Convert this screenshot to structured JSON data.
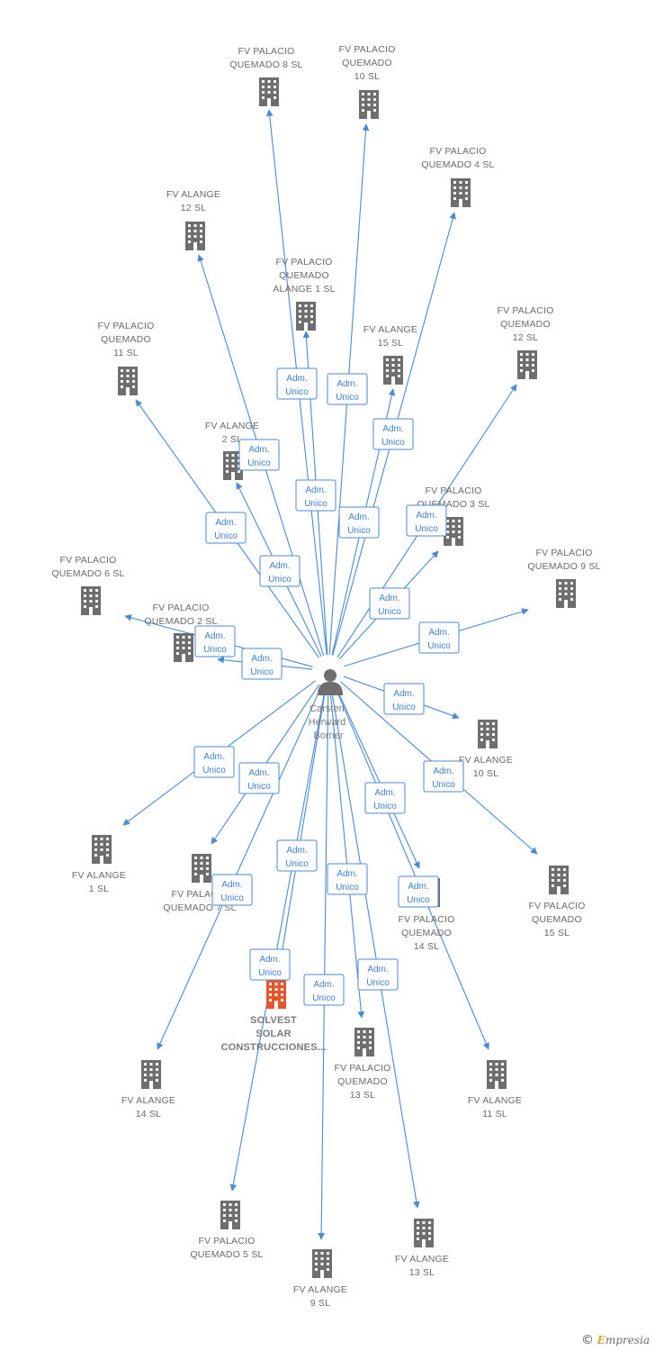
{
  "colors": {
    "edge": "#4a8ad8",
    "building": "#6e6e6e",
    "main_building": "#e8542c",
    "person": "#6e6e6e"
  },
  "center": {
    "name_lines": [
      "Carsten",
      "Herward",
      "Borner"
    ],
    "icon": "person-icon"
  },
  "nodes": [
    {
      "id": "fv-palacio-quemado-8",
      "label_lines": [
        "FV PALACIO",
        "QUEMADO 8 SL"
      ],
      "icon": "building-icon"
    },
    {
      "id": "fv-palacio-quemado-10",
      "label_lines": [
        "FV PALACIO",
        "QUEMADO",
        "10 SL"
      ],
      "icon": "building-icon"
    },
    {
      "id": "fv-palacio-quemado-4",
      "label_lines": [
        "FV PALACIO",
        "QUEMADO 4 SL"
      ],
      "icon": "building-icon"
    },
    {
      "id": "fv-alange-12",
      "label_lines": [
        "FV ALANGE",
        "12 SL"
      ],
      "icon": "building-icon"
    },
    {
      "id": "fv-palacio-quemado-alange-1",
      "label_lines": [
        "FV PALACIO",
        "QUEMADO",
        "ALANGE 1 SL"
      ],
      "icon": "building-icon"
    },
    {
      "id": "fv-palacio-quemado-12",
      "label_lines": [
        "FV PALACIO",
        "QUEMADO",
        "12 SL"
      ],
      "icon": "building-icon"
    },
    {
      "id": "fv-palacio-quemado-11",
      "label_lines": [
        "FV PALACIO",
        "QUEMADO",
        "11 SL"
      ],
      "icon": "building-icon"
    },
    {
      "id": "fv-alange-15",
      "label_lines": [
        "FV ALANGE",
        "15 SL"
      ],
      "icon": "building-icon"
    },
    {
      "id": "fv-alange-2",
      "label_lines": [
        "FV ALANGE",
        "2 SL"
      ],
      "icon": "building-icon"
    },
    {
      "id": "fv-palacio-quemado-3",
      "label_lines": [
        "FV PALACIO",
        "QUEMADO 3 SL"
      ],
      "icon": "building-icon"
    },
    {
      "id": "fv-palacio-quemado-6",
      "label_lines": [
        "FV PALACIO",
        "QUEMADO 6 SL"
      ],
      "icon": "building-icon"
    },
    {
      "id": "fv-palacio-quemado-9",
      "label_lines": [
        "FV PALACIO",
        "QUEMADO 9 SL"
      ],
      "icon": "building-icon"
    },
    {
      "id": "fv-palacio-quemado-2",
      "label_lines": [
        "FV PALACIO",
        "QUEMADO 2 SL"
      ],
      "icon": "building-icon"
    },
    {
      "id": "fv-alange-10",
      "label_lines": [
        "FV ALANGE",
        "10 SL"
      ],
      "icon": "building-icon"
    },
    {
      "id": "fv-alange-1",
      "label_lines": [
        "FV ALANGE",
        "1 SL"
      ],
      "icon": "building-icon"
    },
    {
      "id": "fv-palacio-quemado-7",
      "label_lines": [
        "FV PALACIO",
        "QUEMADO 7 SL"
      ],
      "icon": "building-icon"
    },
    {
      "id": "fv-palacio-quemado-15",
      "label_lines": [
        "FV PALACIO",
        "QUEMADO",
        "15 SL"
      ],
      "icon": "building-icon"
    },
    {
      "id": "fv-palacio-quemado-14",
      "label_lines": [
        "FV PALACIO",
        "QUEMADO",
        "14 SL"
      ],
      "icon": "building-icon"
    },
    {
      "id": "solvest-solar",
      "label_lines": [
        "SOLVEST",
        "SOLAR",
        "CONSTRUCCIONES..."
      ],
      "icon": "building-icon",
      "main": true
    },
    {
      "id": "fv-palacio-quemado-13",
      "label_lines": [
        "FV PALACIO",
        "QUEMADO",
        "13 SL"
      ],
      "icon": "building-icon"
    },
    {
      "id": "fv-alange-14",
      "label_lines": [
        "FV ALANGE",
        "14 SL"
      ],
      "icon": "building-icon"
    },
    {
      "id": "fv-alange-11",
      "label_lines": [
        "FV ALANGE",
        "11 SL"
      ],
      "icon": "building-icon"
    },
    {
      "id": "fv-palacio-quemado-5",
      "label_lines": [
        "FV PALACIO",
        "QUEMADO 5 SL"
      ],
      "icon": "building-icon"
    },
    {
      "id": "fv-alange-13",
      "label_lines": [
        "FV ALANGE",
        "13 SL"
      ],
      "icon": "building-icon"
    },
    {
      "id": "fv-alange-9",
      "label_lines": [
        "FV ALANGE",
        "9 SL"
      ],
      "icon": "building-icon"
    }
  ],
  "edge_label_lines": [
    "Adm.",
    "Unico"
  ],
  "footer": {
    "copyright": "©",
    "brand_initial": "E",
    "brand_rest": "mpresia"
  }
}
